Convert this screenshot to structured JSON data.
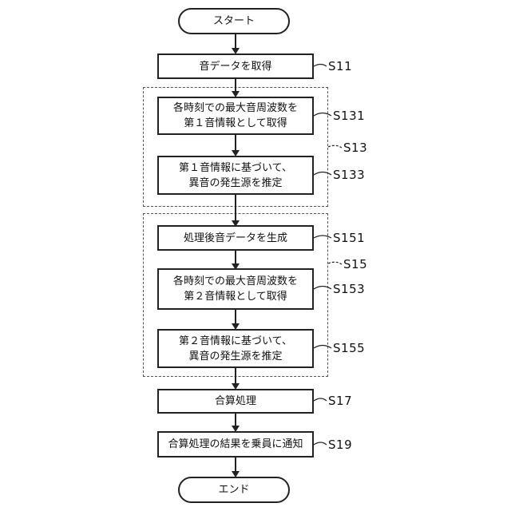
{
  "flowchart": {
    "start": "スタート",
    "end": "エンド",
    "steps": [
      {
        "id": "s11",
        "lines": [
          "音データを取得"
        ],
        "label": "S11"
      },
      {
        "id": "s131",
        "lines": [
          "各時刻での最大音周波数を",
          "第１音情報として取得"
        ],
        "label": "S131"
      },
      {
        "id": "s133",
        "lines": [
          "第１音情報に基づいて、",
          "異音の発生源を推定"
        ],
        "label": "S133"
      },
      {
        "id": "s151",
        "lines": [
          "処理後音データを生成"
        ],
        "label": "S151"
      },
      {
        "id": "s153",
        "lines": [
          "各時刻での最大音周波数を",
          "第２音情報として取得"
        ],
        "label": "S153"
      },
      {
        "id": "s155",
        "lines": [
          "第２音情報に基づいて、",
          "異音の発生源を推定"
        ],
        "label": "S155"
      },
      {
        "id": "s17",
        "lines": [
          "合算処理"
        ],
        "label": "S17"
      },
      {
        "id": "s19",
        "lines": [
          "合算処理の結果を乗員に通知"
        ],
        "label": "S19"
      }
    ],
    "groups": [
      {
        "id": "s13",
        "label": "S13"
      },
      {
        "id": "s15",
        "label": "S15"
      }
    ]
  }
}
